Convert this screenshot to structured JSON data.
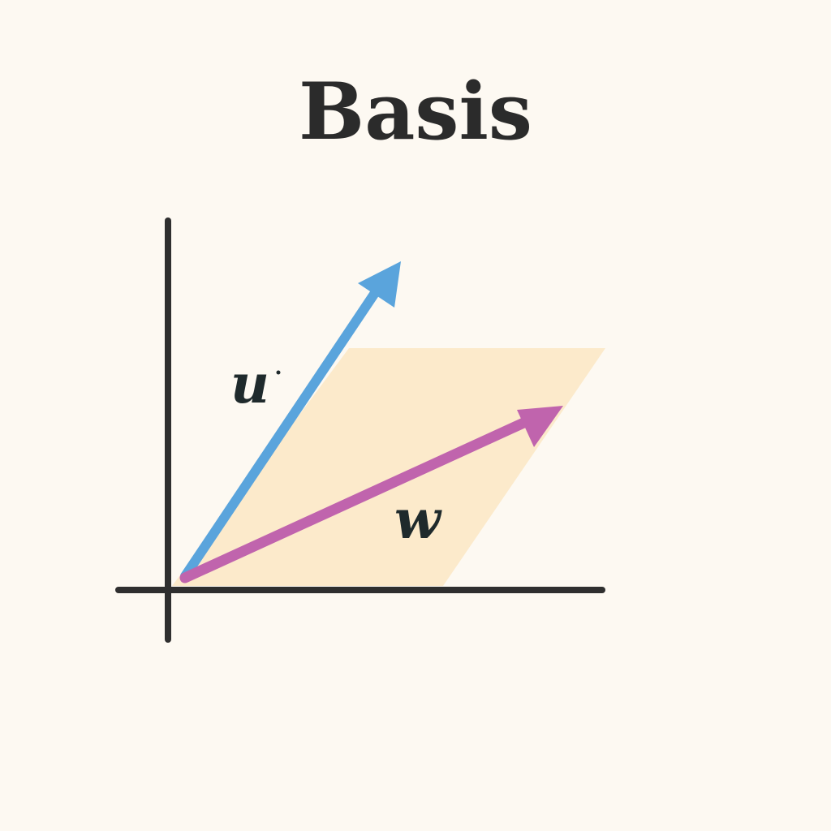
{
  "title": "Basis",
  "vectors": {
    "u": {
      "label": "u",
      "color": "#5aa4dc"
    },
    "w": {
      "label": "w",
      "color": "#c064ad"
    }
  },
  "span_plane": {
    "color": "#fbe7c4"
  },
  "axes": {
    "color": "#2f2f2f"
  },
  "background": "#fdf9f2"
}
